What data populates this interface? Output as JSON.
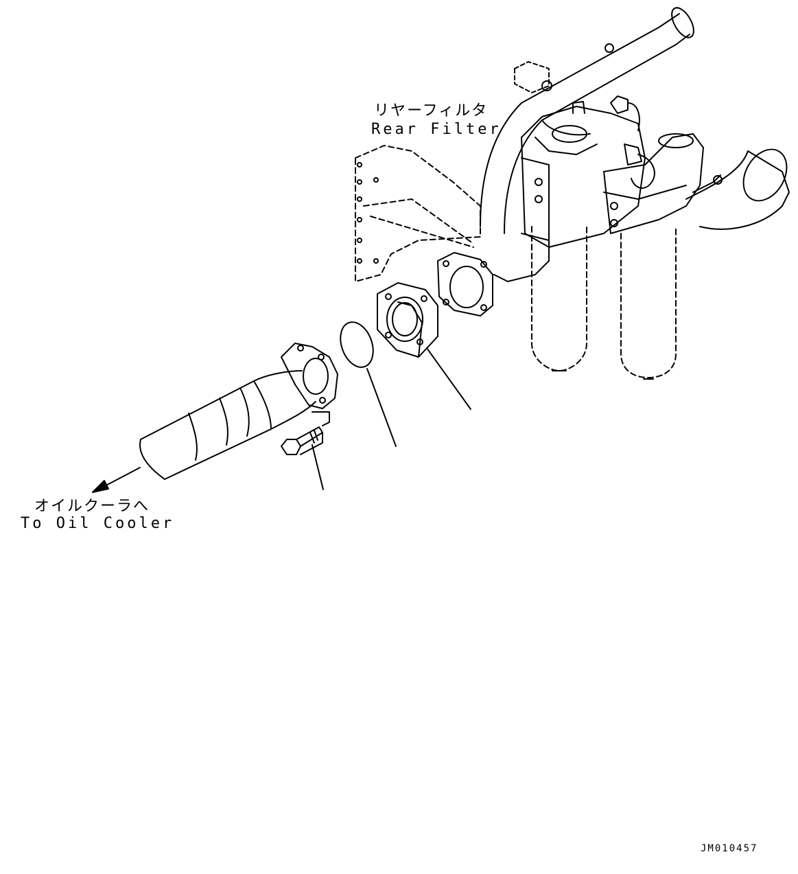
{
  "labels": {
    "rear_filter_jp": "リヤーフィルタ",
    "rear_filter_en": "Rear Filter",
    "oil_cooler_jp": "オイルクーラへ",
    "oil_cooler_en": "To Oil Cooler"
  },
  "figure_code": "JM010457",
  "colors": {
    "line": "#000000",
    "background": "#ffffff"
  }
}
